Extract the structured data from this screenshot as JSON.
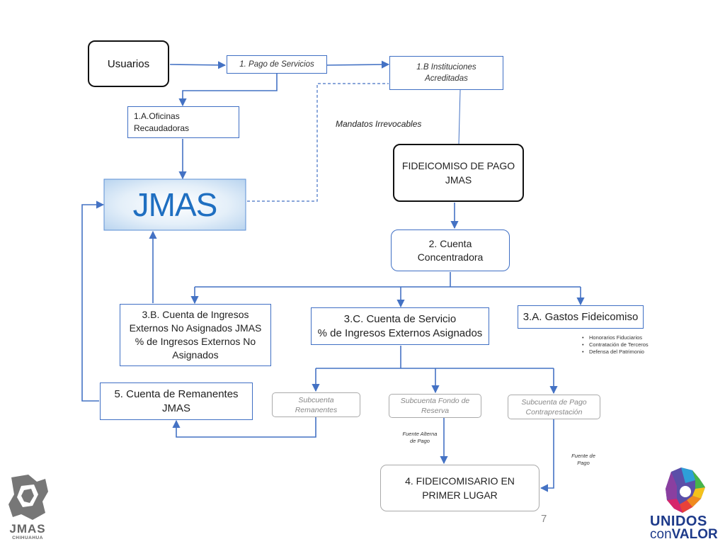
{
  "nodes": {
    "usuarios": "Usuarios",
    "pago_servicios": "1. Pago de Servicios",
    "instituciones": [
      "1.B Instituciones",
      "Acreditadas"
    ],
    "oficinas": [
      "1.A.Oficinas",
      "Recaudadoras"
    ],
    "jmas": "JMAS",
    "fideicomiso": [
      "FIDEICOMISO DE PAGO",
      "JMAS"
    ],
    "cuenta_concentradora": [
      "2. Cuenta",
      "Concentradora"
    ],
    "cuenta_ingresos_externos": [
      "3.B. Cuenta de Ingresos",
      "Externos No Asignados JMAS",
      "% de Ingresos Externos No",
      "Asignados"
    ],
    "cuenta_servicio": [
      "3.C. Cuenta de Servicio",
      "% de Ingresos Externos Asignados"
    ],
    "gastos_fideicomiso": "3.A. Gastos Fideicomiso",
    "cuenta_remanentes": [
      "5. Cuenta de Remanentes",
      "JMAS"
    ],
    "subcuenta_remanentes": [
      "Subcuenta",
      "Remanentes"
    ],
    "subcuenta_fondo_reserva": [
      "Subcuenta Fondo de",
      "Reserva"
    ],
    "subcuenta_pago": [
      "Subcuenta de Pago",
      "Contraprestación"
    ],
    "fideicomisario": [
      "4. FIDEICOMISARIO EN",
      "PRIMER LUGAR"
    ]
  },
  "labels": {
    "mandatos": "Mandatos Irrevocables",
    "fuente_alterna": [
      "Fuente Alterna",
      "de Pago"
    ],
    "fuente_pago": [
      "Fuente de",
      "Pago"
    ]
  },
  "gastos_bullets": [
    "Honorarios Fiduciarios",
    "Contratación de Terceros",
    "Defensa del Patrimonio"
  ],
  "page_number": "7",
  "logos": {
    "jmas": [
      "JMAS",
      "CHIHUAHUA"
    ],
    "unidos": [
      "UNIDOS",
      "con",
      "VALOR"
    ]
  },
  "colors": {
    "line": "#4472c4",
    "jmas_text": "#1f6fc1",
    "jmas_fill_edge": "#b9d4ef"
  }
}
